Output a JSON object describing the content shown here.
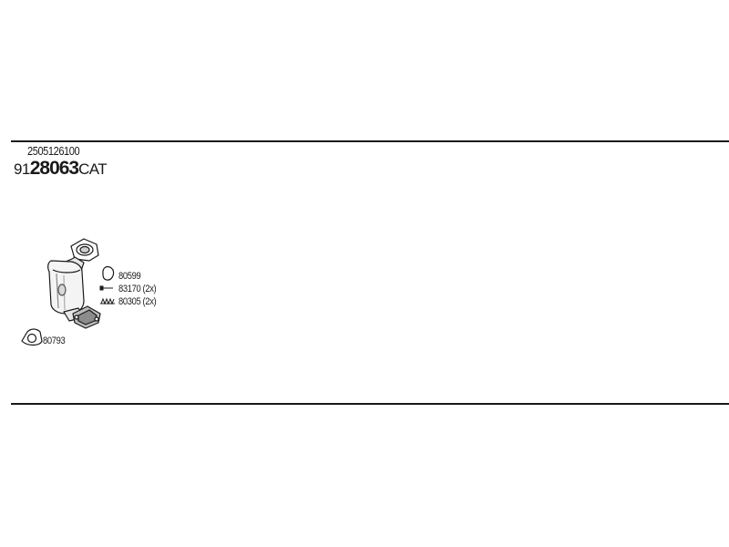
{
  "header": {
    "ref_code": "2505126100",
    "kit_prefix": "91",
    "kit_main": "28063",
    "kit_suffix": "CAT"
  },
  "parts": [
    {
      "id": "gasket-round",
      "number": "80599"
    },
    {
      "id": "bolt",
      "number": "83170 (2x)"
    },
    {
      "id": "spring",
      "number": "80305 (2x)"
    },
    {
      "id": "gasket-flange",
      "number": "80793"
    }
  ],
  "icons": [
    "catalytic-converter-icon",
    "gasket-ring-icon",
    "bolt-icon",
    "spring-icon",
    "flange-gasket-icon"
  ],
  "colors": {
    "ink": "#1a1a1a",
    "background": "#ffffff"
  }
}
